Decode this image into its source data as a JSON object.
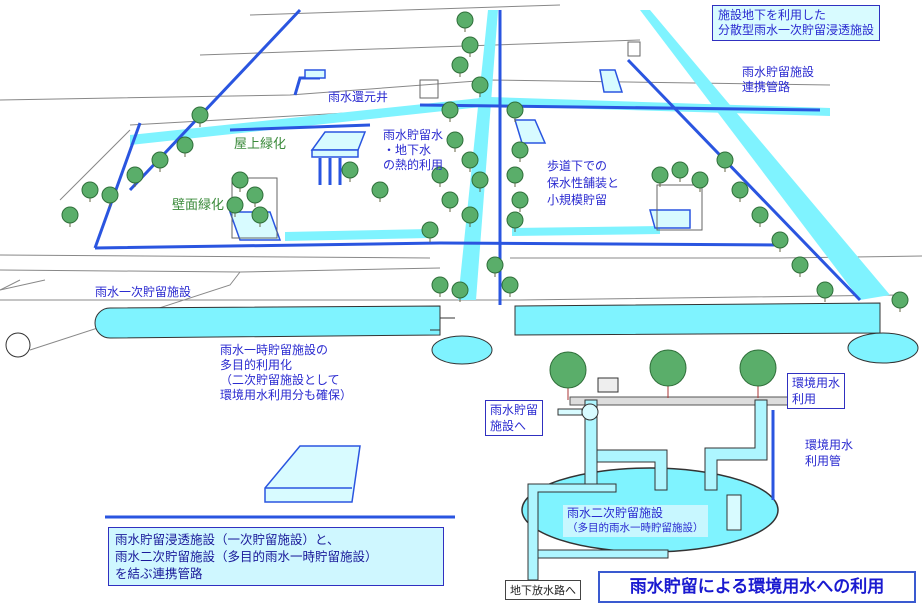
{
  "labels": {
    "distributed_facility": [
      "施設地下を利用した",
      "分散型雨水一次貯留浸透施設"
    ],
    "link_pipe": [
      "雨水貯留施設",
      "連携管路"
    ],
    "return_well": "雨水還元井",
    "roof_green": "屋上緑化",
    "wall_green": "壁面緑化",
    "thermal_use": [
      "雨水貯留水",
      "・地下水",
      "の熱的利用"
    ],
    "sidewalk": [
      "歩道下での",
      "保水性舗装と",
      "小規模貯留"
    ],
    "primary_storage": "雨水一次貯留施設",
    "multipurpose": [
      "雨水一時貯留施設の",
      "多目的利用化",
      "（二次貯留施設として",
      "環境用水利用分も確保）"
    ],
    "to_storage": [
      "雨水貯留",
      "施設へ"
    ],
    "env_use": [
      "環境用水",
      "利用"
    ],
    "env_pipe": [
      "環境用水",
      "利用管"
    ],
    "secondary_storage": [
      "雨水二次貯留施設",
      "（多目的雨水一時貯留施設）"
    ],
    "to_drain": "地下放水路へ",
    "link_summary": [
      "雨水貯留浸透施設（一次貯留施設）と、",
      "雨水二次貯留施設（多目的雨水一時貯留施設）",
      "を結ぶ連携管路"
    ],
    "main_title": "雨水貯留による環境用水への利用"
  },
  "colors": {
    "water": "#7ff3ff",
    "pipe": "#2a55e0",
    "text": "#2a2ad0",
    "tree": "#5aae6a",
    "green_text": "#3a8a3a"
  }
}
